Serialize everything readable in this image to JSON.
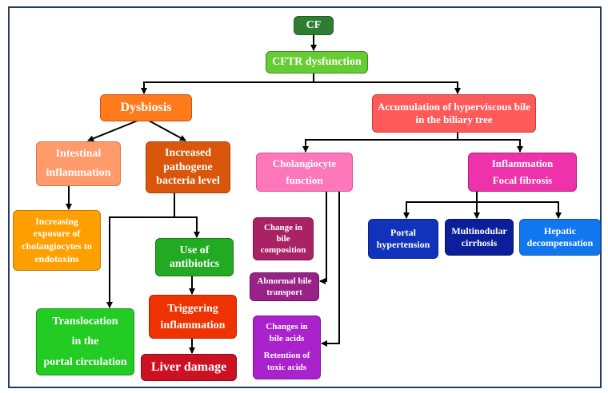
{
  "nodes": {
    "cf": {
      "text": "CF",
      "color": "#2e7d32"
    },
    "cftr": {
      "text": "CFTR dysfunction",
      "color": "#66cc33"
    },
    "dysbiosis": {
      "text": "Dysbiosis",
      "color": "#ff7a1a"
    },
    "accumulation": {
      "line1": "Accumulation of hyperviscous bile",
      "line2": "in the biliary tree",
      "color": "#ff5a5a"
    },
    "intestinal": {
      "line1": "Intestinal",
      "line2": "inflammation",
      "color": "#ff9a6a"
    },
    "pathogene": {
      "line1": "Increased",
      "line2": "pathogene",
      "line3": "bacteria level",
      "color": "#d9560b"
    },
    "exposure": {
      "line1": "Increasing",
      "line2": "exposure of",
      "line3": "cholangiocytes to",
      "line4": "endotoxins",
      "color": "#ffa000"
    },
    "antibiotics": {
      "line1": "Use of",
      "line2": "antibiotics",
      "color": "#22aa22"
    },
    "translocation": {
      "line1": "Translocation",
      "line2": "in the",
      "line3": "portal circulation",
      "color": "#22cc22"
    },
    "triggering": {
      "line1": "Triggering",
      "line2": "inflammation",
      "color": "#ee3300"
    },
    "liver": {
      "text": "Liver damage",
      "color": "#cc1122"
    },
    "cholangiocyte": {
      "line1": "Cholangiocyte",
      "line2": "function",
      "color": "#ff77bb"
    },
    "inflammation": {
      "line1": "Inflammation",
      "line2": "Focal fibrosis",
      "color": "#ee33aa"
    },
    "bile_comp": {
      "line1": "Change in",
      "line2": "bile",
      "line3": "composition",
      "color": "#aa2266"
    },
    "bile_transport": {
      "line1": "Abnormal bile",
      "line2": "transport",
      "color": "#992288"
    },
    "bile_acids": {
      "line1": "Changes in",
      "line2": "bile acids",
      "line3": "Retention of",
      "line4": "toxic acids",
      "color": "#aa22cc"
    },
    "portal": {
      "line1": "Portal",
      "line2": "hypertension",
      "color": "#1133bb"
    },
    "cirrhosis": {
      "line1": "Multinodular",
      "line2": "cirrhosis",
      "color": "#0a1f99"
    },
    "hepatic": {
      "line1": "Hepatic",
      "line2": "decompensation",
      "color": "#1177ee"
    }
  }
}
